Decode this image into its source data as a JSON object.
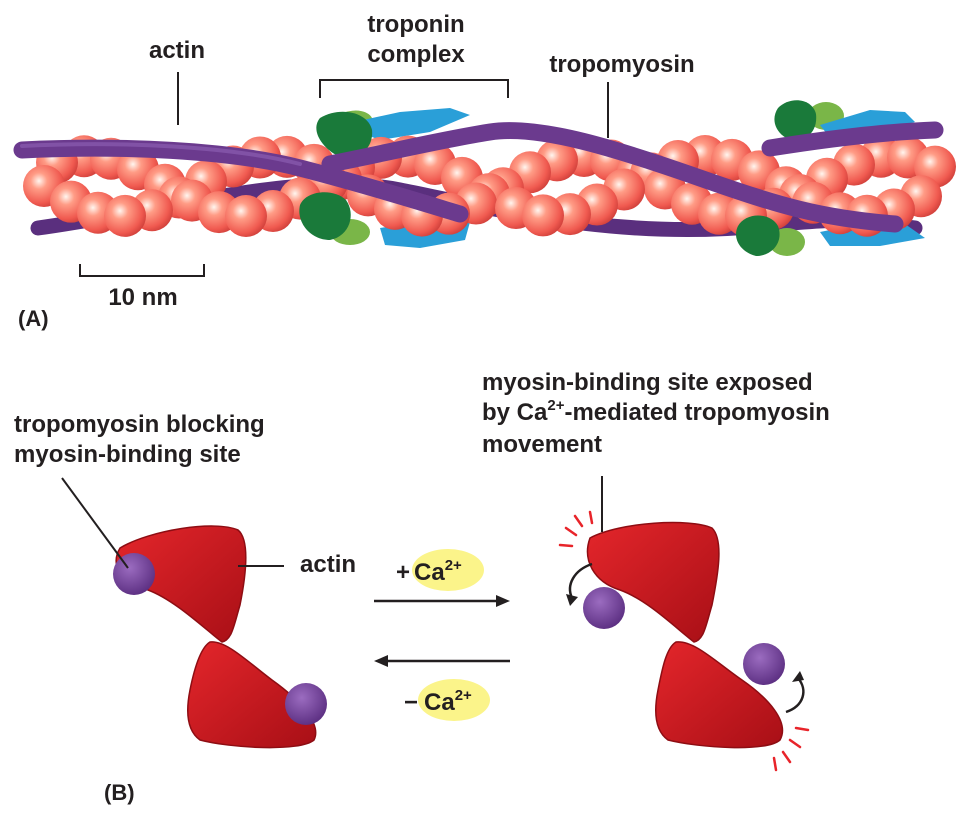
{
  "panel_a": {
    "panel_label": "(A)",
    "labels": {
      "actin": "actin",
      "troponin_line1": "troponin",
      "troponin_line2": "complex",
      "tropomyosin": "tropomyosin",
      "scale": "10 nm"
    }
  },
  "panel_b": {
    "panel_label": "(B)",
    "labels": {
      "blocking_line1": "tropomyosin blocking",
      "blocking_line2": "myosin-binding site",
      "exposed_line1": "myosin-binding site exposed",
      "exposed_line2_pre": "by Ca",
      "exposed_line2_sup": "2+",
      "exposed_line2_post": "-mediated tropomyosin",
      "exposed_line3": "movement",
      "actin": "actin",
      "add_sign": "+",
      "remove_sign": "−",
      "calcium": "Ca",
      "calcium_charge": "2+"
    }
  },
  "colors": {
    "actin_bead": "#f05a50",
    "tropomyosin": "#6b3a8e",
    "troponin_dark": "#1a7a3a",
    "troponin_light": "#7ab648",
    "troponin_blue": "#2a9fd8",
    "actin_monomer": "#c8151b",
    "calcium_highlight": "#fbf48a"
  }
}
